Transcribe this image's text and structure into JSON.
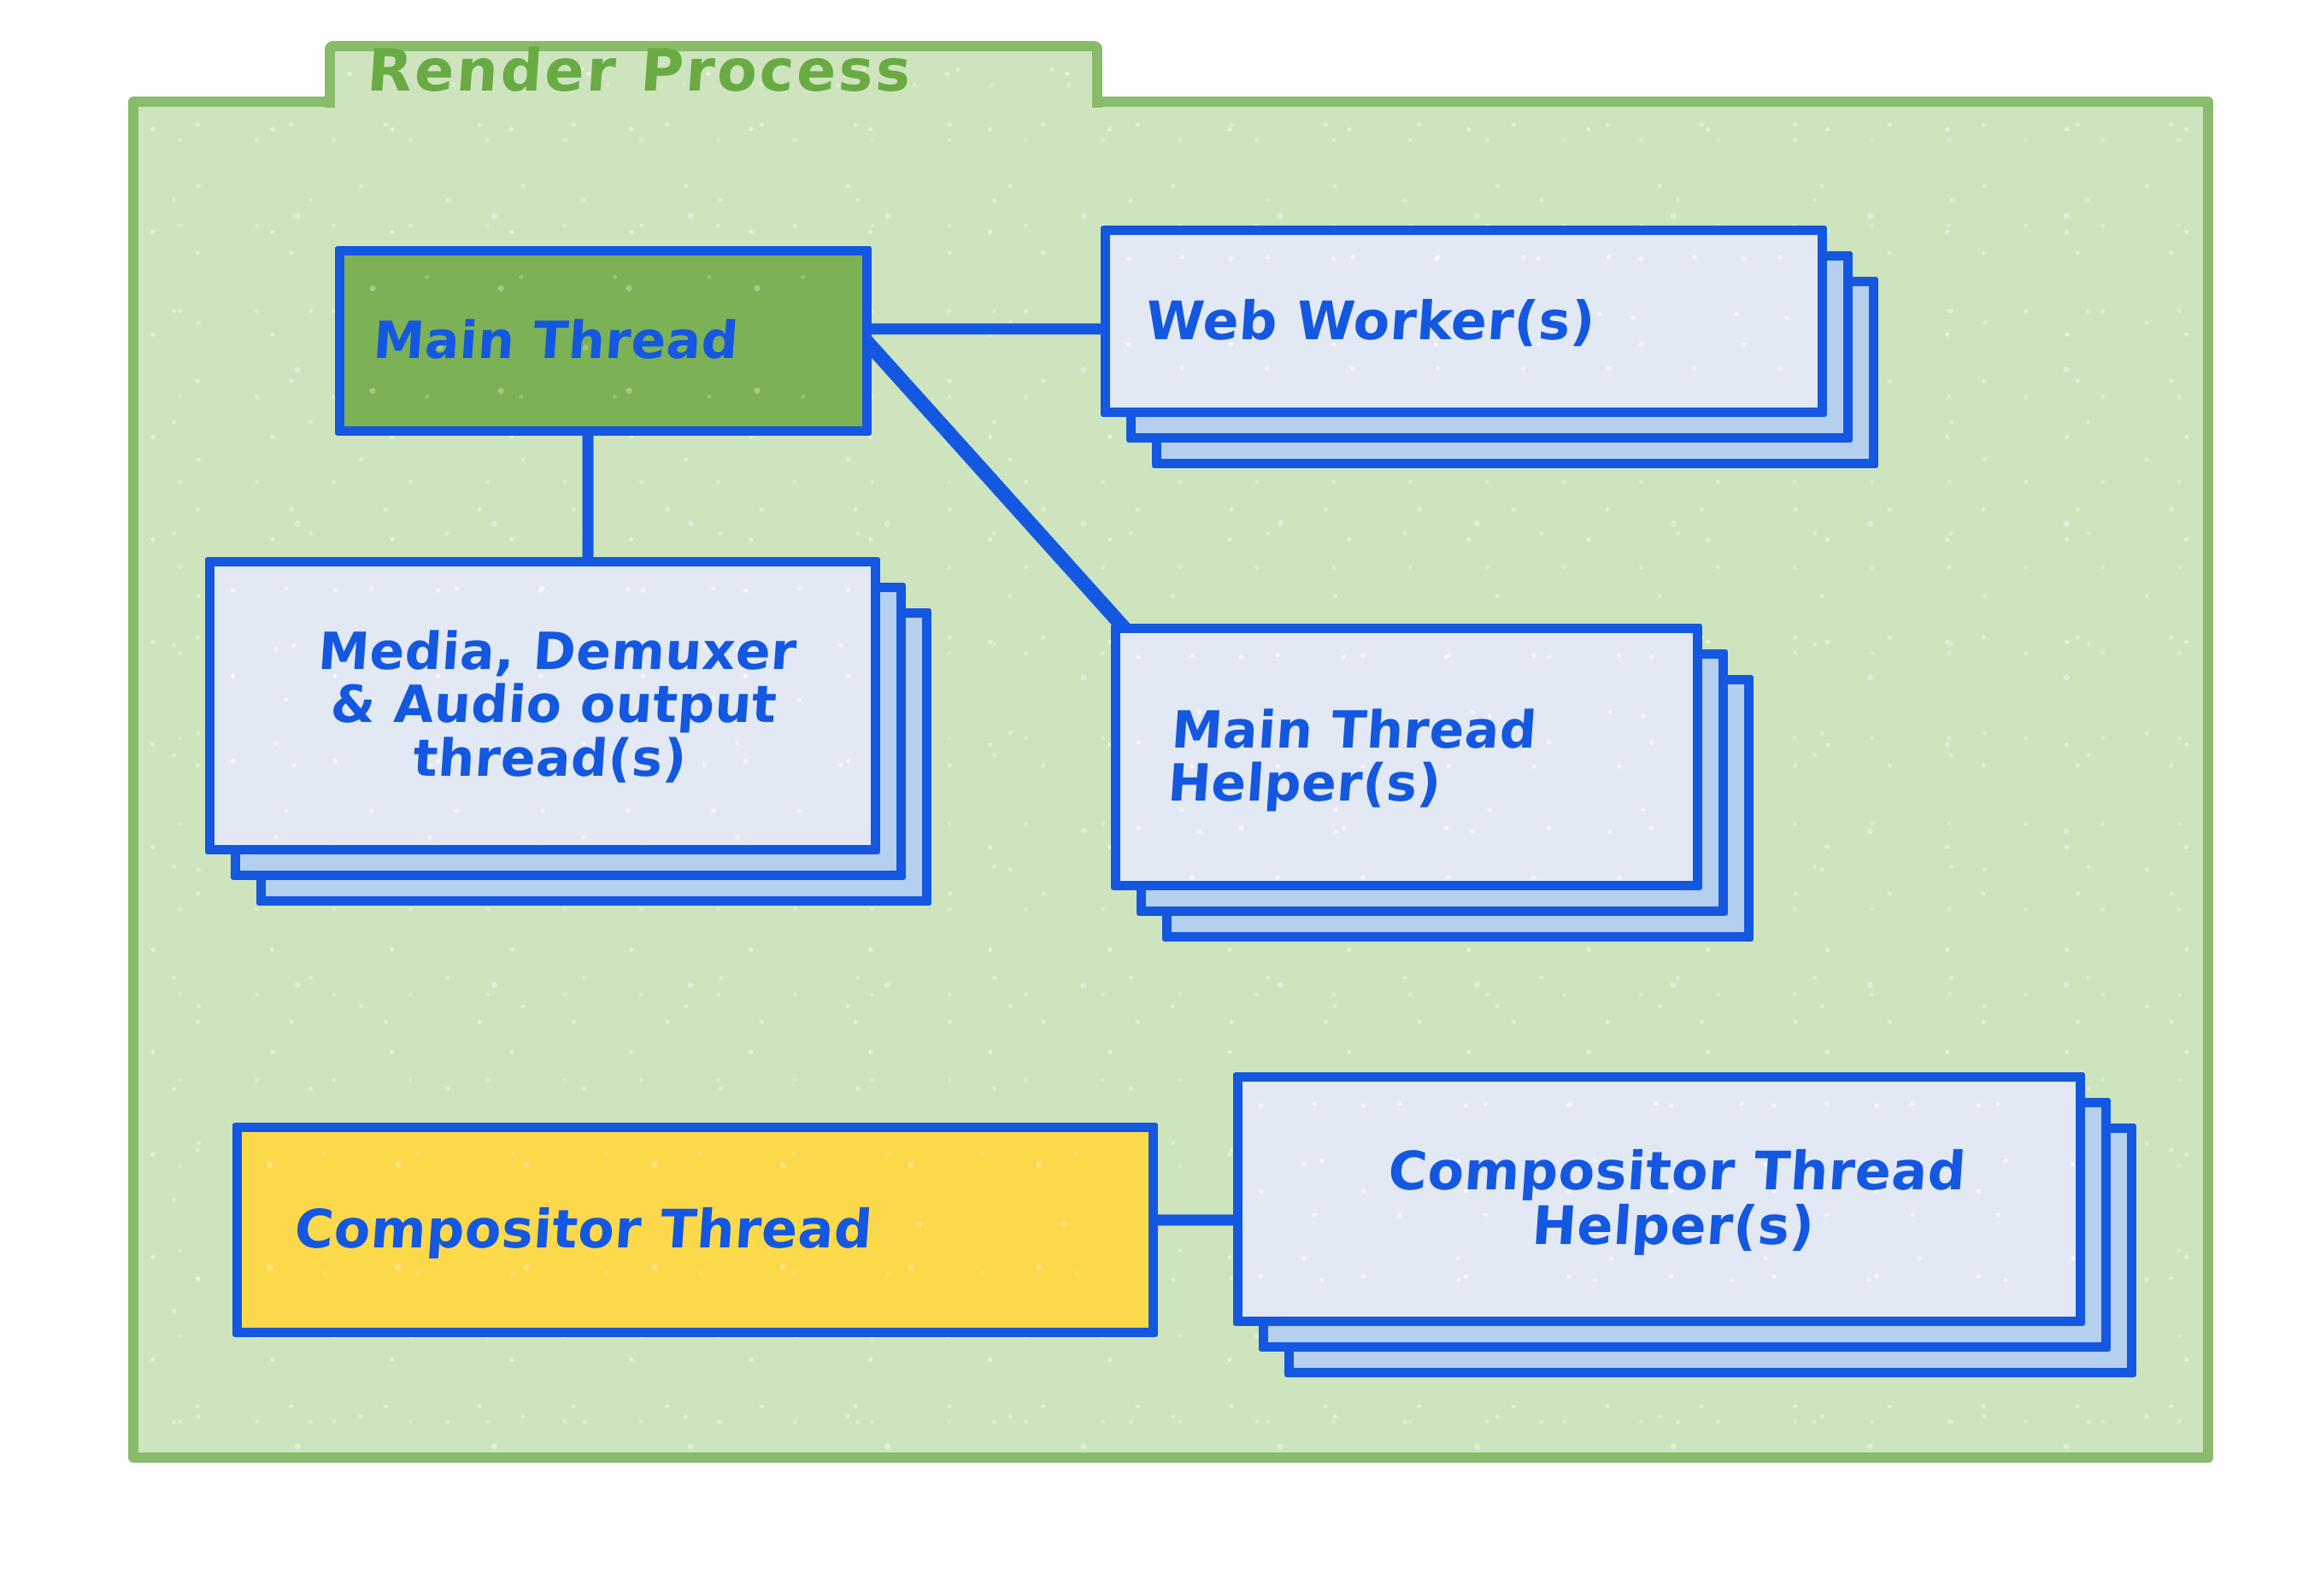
{
  "diagram": {
    "title": "Render Process",
    "colors": {
      "container_fill": "#CDE4BE",
      "container_border": "#89BC6A",
      "title_text": "#6AAA43",
      "node_border": "#1457E0",
      "node_text": "#1457E0",
      "paper_fill": "#E2E9F4",
      "stack_fill": "#B4D0EE",
      "main_thread_fill": "#7CB155",
      "compositor_fill": "#FBD94A"
    },
    "nodes": [
      {
        "id": "main-thread",
        "label": "Main Thread",
        "lines": [
          "Main Thread"
        ],
        "fill": "green",
        "stack_count": 0
      },
      {
        "id": "web-worker",
        "label": "Web Worker(s)",
        "lines": [
          "Web Worker(s)"
        ],
        "fill": "paper",
        "stack_count": 2
      },
      {
        "id": "media-thread",
        "label": "Media, Demuxer & Audio output thread(s)",
        "lines": [
          "Media, Demuxer",
          "& Audio output",
          "thread(s)"
        ],
        "fill": "paper",
        "stack_count": 2
      },
      {
        "id": "main-thread-helper",
        "label": "Main Thread Helper(s)",
        "lines": [
          "Main Thread",
          "Helper(s)"
        ],
        "fill": "paper",
        "stack_count": 2
      },
      {
        "id": "compositor-thread",
        "label": "Compositor Thread",
        "lines": [
          "Compositor Thread"
        ],
        "fill": "yellow",
        "stack_count": 0
      },
      {
        "id": "compositor-thread-helper",
        "label": "Compositor Thread Helper(s)",
        "lines": [
          "Compositor Thread",
          "Helper(s)"
        ],
        "fill": "paper",
        "stack_count": 2
      }
    ],
    "connections": [
      {
        "id": "main-to-web-worker",
        "from": "main-thread",
        "to": "web-worker",
        "style": "horizontal"
      },
      {
        "id": "main-to-media",
        "from": "main-thread",
        "to": "media-thread",
        "style": "vertical"
      },
      {
        "id": "main-to-mt-helper",
        "from": "main-thread",
        "to": "main-thread-helper",
        "style": "diagonal"
      },
      {
        "id": "compositor-to-ct-helper",
        "from": "compositor-thread",
        "to": "compositor-thread-helper",
        "style": "horizontal"
      }
    ]
  }
}
